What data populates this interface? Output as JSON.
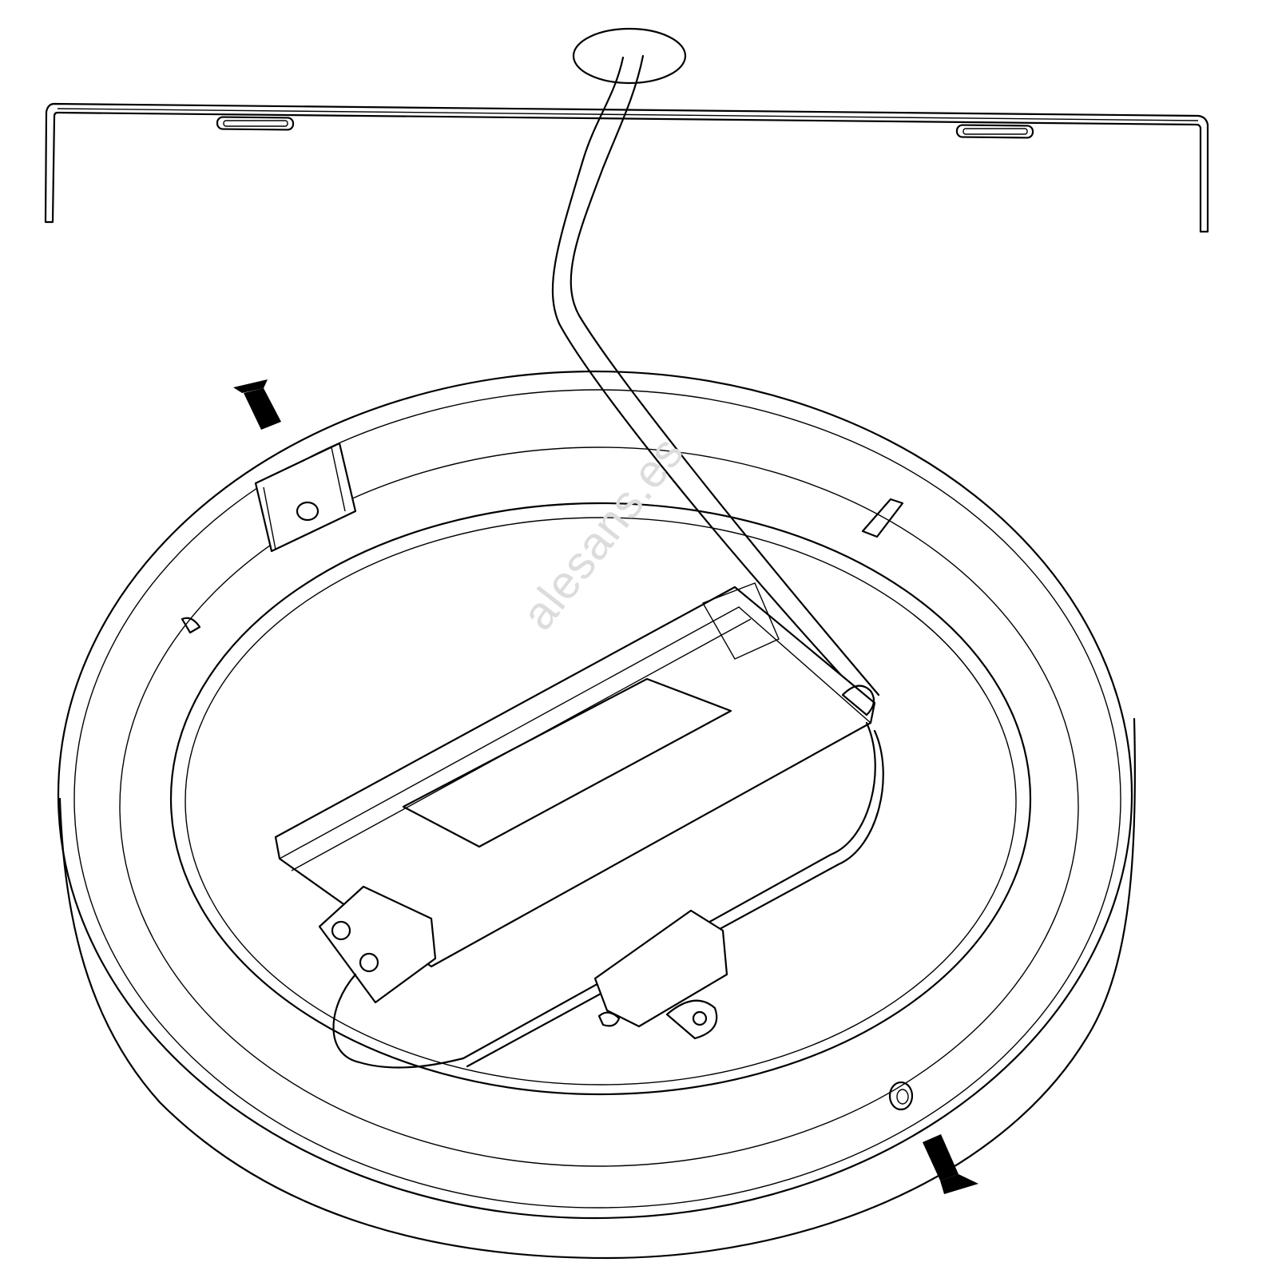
{
  "figure": {
    "watermark": "alesans.es",
    "parts": [
      "ceiling-hole",
      "mounting-bracket",
      "power-cable",
      "outer-ring",
      "base-plate",
      "led-driver",
      "terminal-block",
      "screw-left",
      "screw-right"
    ],
    "line_color": "#000000",
    "background": "#ffffff"
  }
}
